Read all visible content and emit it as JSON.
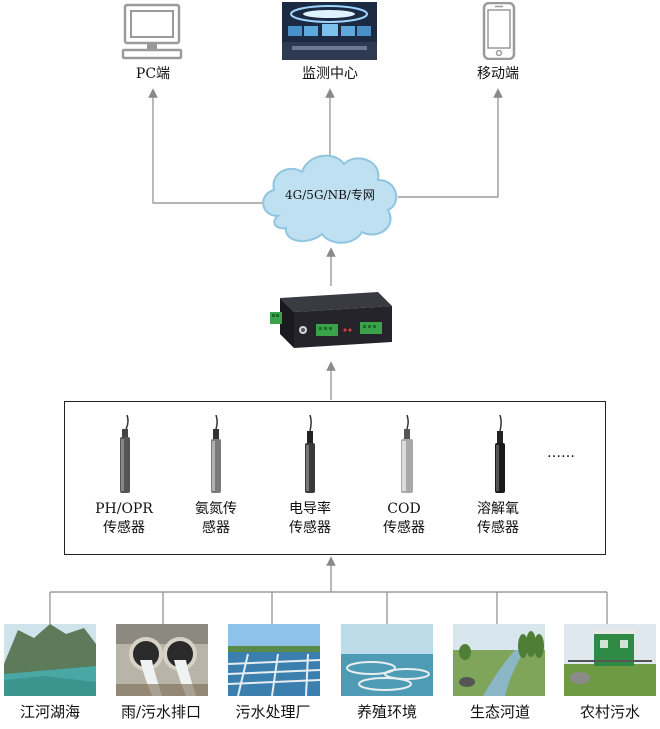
{
  "top_nodes": [
    {
      "id": "pc",
      "label": "PC端",
      "icon": "desktop-computer-icon"
    },
    {
      "id": "monitor",
      "label": "监测中心",
      "icon": "monitoring-center-icon"
    },
    {
      "id": "mobile",
      "label": "移动端",
      "icon": "smartphone-icon"
    }
  ],
  "network": {
    "label": "4G/5G/NB/专网",
    "icon": "cloud-icon"
  },
  "gateway": {
    "icon": "data-gateway-device-icon"
  },
  "sensors": [
    {
      "line1": "PH/OPR",
      "line2": "传感器",
      "icon": "ph-probe-icon"
    },
    {
      "line1": "氨氮传",
      "line2": "感器",
      "icon": "ammonia-probe-icon"
    },
    {
      "line1": "电导率",
      "line2": "传感器",
      "icon": "conductivity-probe-icon"
    },
    {
      "line1": "COD",
      "line2": "传感器",
      "icon": "cod-probe-icon"
    },
    {
      "line1": "溶解氧",
      "line2": "传感器",
      "icon": "dissolved-oxygen-probe-icon"
    }
  ],
  "sensors_more": "……",
  "sources": [
    {
      "label": "江河湖海",
      "icon": "river-lake-photo"
    },
    {
      "label": "雨/污水排口",
      "icon": "sewage-outlet-photo"
    },
    {
      "label": "污水处理厂",
      "icon": "treatment-plant-photo"
    },
    {
      "label": "养殖环境",
      "icon": "aquaculture-photo"
    },
    {
      "label": "生态河道",
      "icon": "eco-river-photo"
    },
    {
      "label": "农村污水",
      "icon": "rural-sewage-photo"
    }
  ],
  "colors": {
    "arrow": "#8a8a8a",
    "cloud": "#bfe0f0",
    "cloud_edge": "#8fc5e0",
    "device": "#2a2a30",
    "terminal": "#3aa24a"
  }
}
